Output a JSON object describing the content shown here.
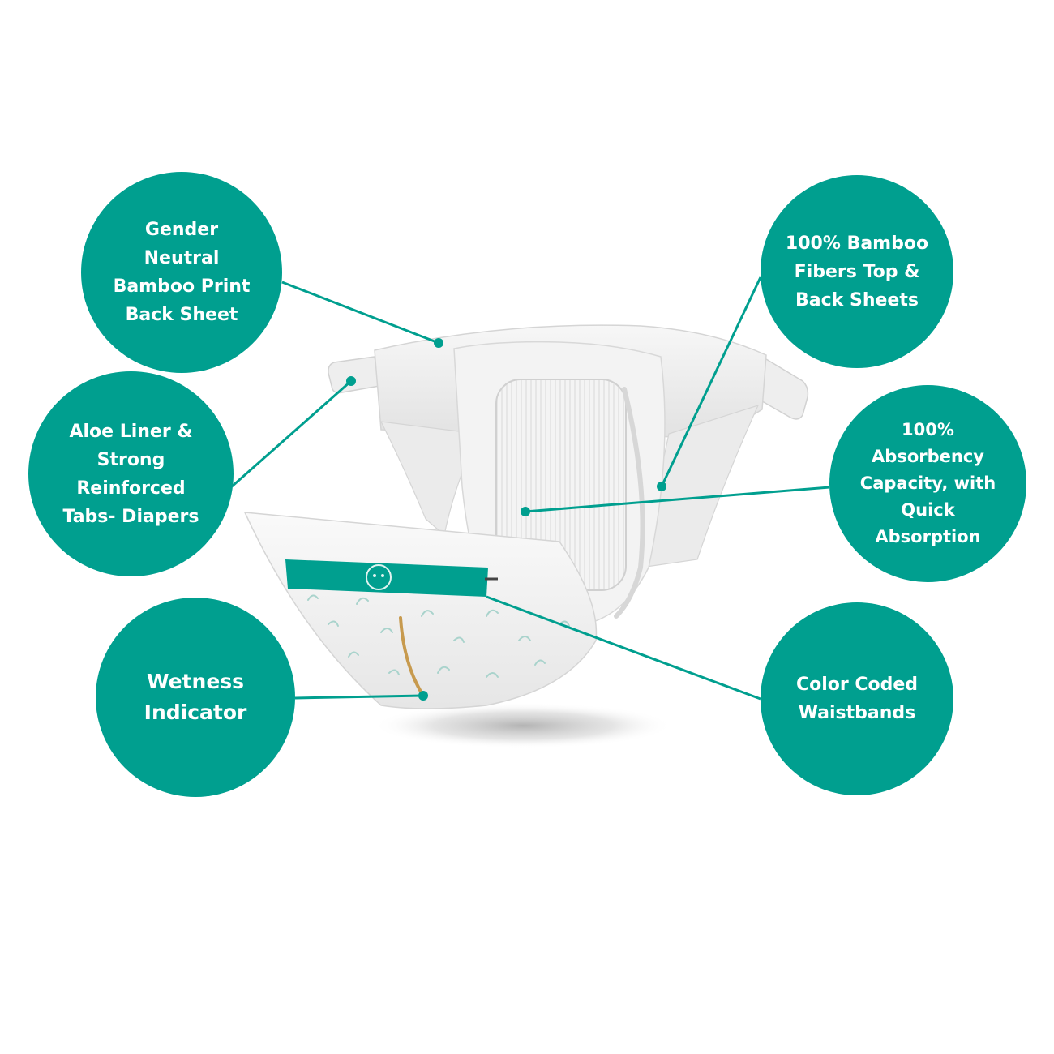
{
  "colors": {
    "accent": "#009f8f",
    "background": "#ffffff",
    "diaper": "#f2f2f2",
    "wetness_strip": "#c79a4e"
  },
  "callouts": {
    "back_sheet": "Gender\nNeutral\nBamboo Print\nBack Sheet",
    "tabs": "Aloe Liner &\nStrong\nReinforced\nTabs- Diapers",
    "wetness": "Wetness\nIndicator",
    "bamboo_fibers": "100% Bamboo\nFibers Top &\nBack Sheets",
    "absorbency": "100%\nAbsorbency\nCapacity, with\nQuick\nAbsorption",
    "waistbands": "Color Coded\nWaistbands"
  }
}
